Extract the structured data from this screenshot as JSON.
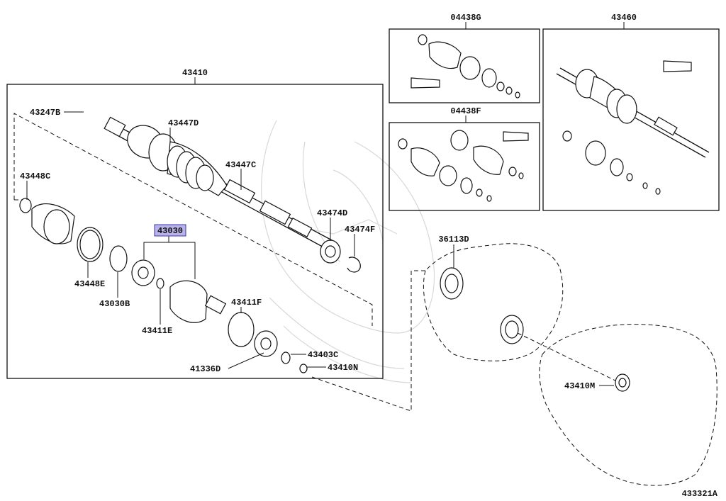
{
  "diagram_id": "433321A",
  "assemblies": [
    {
      "id": "box-main",
      "label": "43410"
    },
    {
      "id": "box-04438g",
      "label": "04438G"
    },
    {
      "id": "box-04438f",
      "label": "04438F"
    },
    {
      "id": "box-43460",
      "label": "43460"
    }
  ],
  "callouts": {
    "p43247b": "43247B",
    "p43447d": "43447D",
    "p43447c": "43447C",
    "p43448c": "43448C",
    "p43030": "43030",
    "p43474d": "43474D",
    "p43474f": "43474F",
    "p43448e": "43448E",
    "p43030b": "43030B",
    "p43411e": "43411E",
    "p43411f": "43411F",
    "p41336d": "41336D",
    "p43403c": "43403C",
    "p43410n": "43410N",
    "p36113d": "36113D",
    "p43410m": "43410M"
  },
  "highlight_color": "#b7b3ea"
}
